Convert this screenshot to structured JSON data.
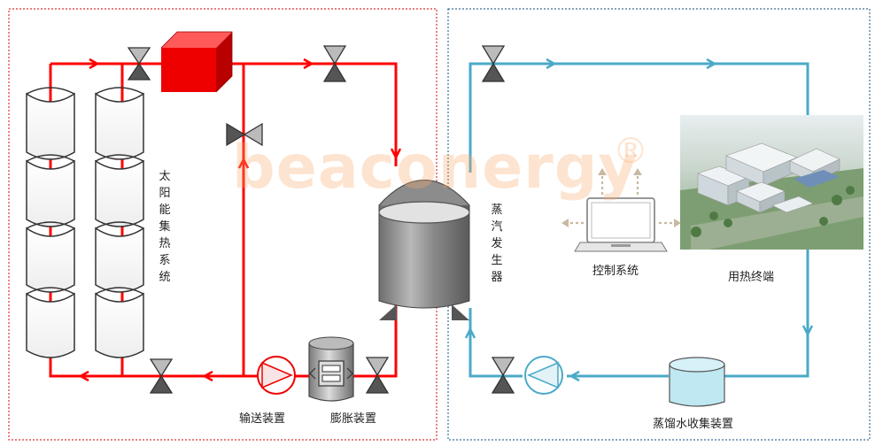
{
  "labels": {
    "solar_collector": "太阳能集热系统",
    "steam_generator": "蒸汽发生器",
    "control_system": "控制系统",
    "heat_terminal": "用热终端",
    "delivery_device": "输送装置",
    "expansion_device": "膨胀装置",
    "condensate_collector": "蒸馏水收集装置"
  },
  "watermark": {
    "text": "beaconergy",
    "mark": "®"
  },
  "colors": {
    "hot_loop": "#ff0000",
    "cold_loop": "#4aaac8",
    "heater_block": "#ee0000",
    "red_border": "#d33",
    "blue_border": "#3d6e93",
    "valve": "#444"
  }
}
